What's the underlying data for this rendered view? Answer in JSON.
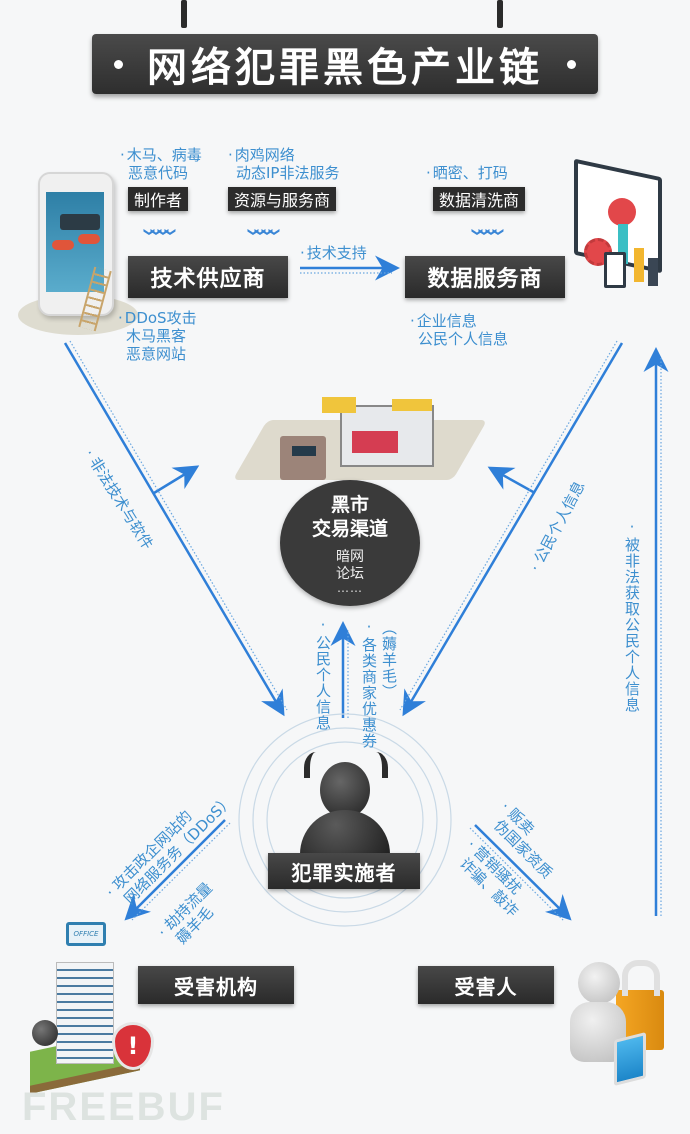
{
  "title": "网络犯罪黑色产业链",
  "top_row": {
    "maker": {
      "notes": [
        "木马、病毒",
        "恶意代码"
      ],
      "label": "制作者"
    },
    "resource": {
      "notes": [
        "肉鸡网络",
        "动态IP非法服务"
      ],
      "label": "资源与服务商"
    },
    "cleaner": {
      "notes": [
        "晒密、打码"
      ],
      "label": "数据清洗商"
    }
  },
  "tech_supplier": {
    "label": "技术供应商",
    "notes": [
      "DDoS攻击",
      "木马黑客",
      "恶意网站"
    ]
  },
  "tech_support_label": "技术支持",
  "data_service": {
    "label": "数据服务商",
    "notes": [
      "企业信息",
      "公民个人信息"
    ]
  },
  "black_market": {
    "title_line1": "黑市",
    "title_line2": "交易渠道",
    "sub_line1": "暗网",
    "sub_line2": "论坛",
    "ellipsis": "……"
  },
  "edges": {
    "illegal_tech": "非法技术与软件",
    "citizen_info_right": "公民个人信息",
    "illegally_obtained": "被非法获取公民个人信息",
    "citizen_info_center": "公民个人信息",
    "coupons": "各类商家优惠券",
    "coupons_paren": "（薅羊毛）",
    "attack_line1": "攻击政企网站的",
    "attack_line2": "网络服务务（DDoS）",
    "hijack_line1": "劫持流量",
    "hijack_line2": "薅羊毛",
    "sell_line1": "贩卖",
    "sell_line2": "伪国家资质",
    "fraud_line1": "营销骚扰",
    "fraud_line2": "诈骗、敲诈"
  },
  "criminal": {
    "label": "犯罪实施者"
  },
  "victim_org": {
    "label": "受害机构",
    "sign": "OFFICE"
  },
  "victim_person": {
    "label": "受害人"
  },
  "watermark": "FREEBUF",
  "colors": {
    "accent_blue": "#3a86d6",
    "text_blue": "#3d8fcf",
    "tag_dark": "#333333",
    "background": "#f6f7f8"
  }
}
